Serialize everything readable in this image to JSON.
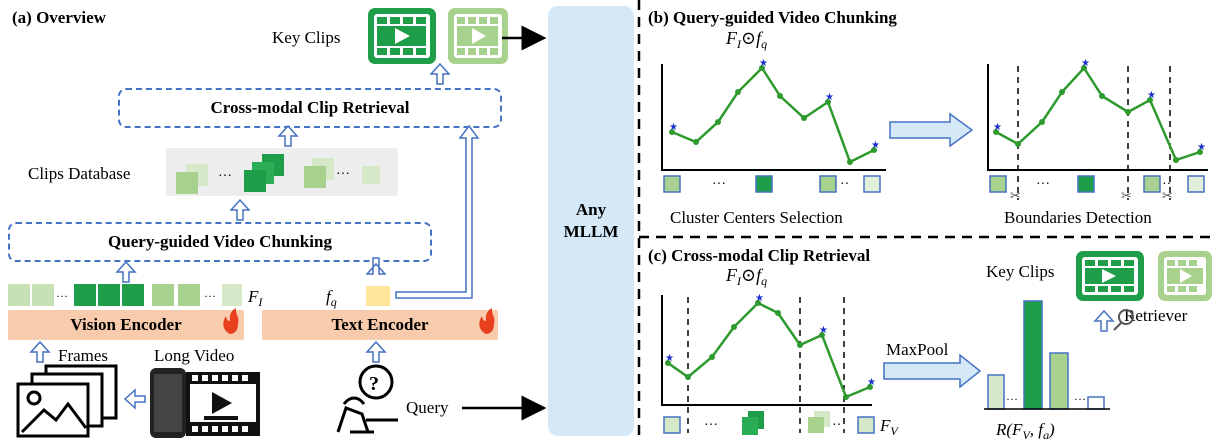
{
  "overview": {
    "title": "(a) Overview",
    "key_clips_label": "Key Clips",
    "cross_modal_box": "Cross-modal Clip Retrieval",
    "clips_db_label": "Clips Database",
    "chunking_box": "Query-guided Video Chunking",
    "fi_label": "F_I",
    "fq_label": "f_q",
    "vision_encoder": "Vision Encoder",
    "text_encoder": "Text Encoder",
    "frames_label": "Frames",
    "long_video_label": "Long Video",
    "query_label": "Query"
  },
  "mllm": {
    "line1": "Any",
    "line2": "MLLM"
  },
  "panel_b": {
    "title": "(b) Query-guided Video Chunking",
    "formula": "F_I⊙f_q",
    "left_caption": "Cluster Centers Selection",
    "right_caption": "Boundaries Detection"
  },
  "panel_c": {
    "title": "(c) Cross-modal Clip Retrieval",
    "formula": "F_I⊙f_q",
    "maxpool_label": "MaxPool",
    "key_clips_label": "Key Clips",
    "retriever_label": "Retriever",
    "fv_label": "F_V",
    "r_label": "R(F_V, f_q)"
  },
  "colors": {
    "dark_green": "#1E9E48",
    "light_green": "#A9D18E",
    "pale_green": "#D5E8C8",
    "line_green": "#2E9A2E",
    "blue": "#4472C4",
    "encoder": "#F8CBAD",
    "mllm": "#D4E8F8"
  },
  "icons": [
    "key-clip-play-icon",
    "fire-icon",
    "image-frames-icon",
    "film-roll-icon",
    "user-question-icon",
    "scissors-icon",
    "magnifier-icon"
  ]
}
